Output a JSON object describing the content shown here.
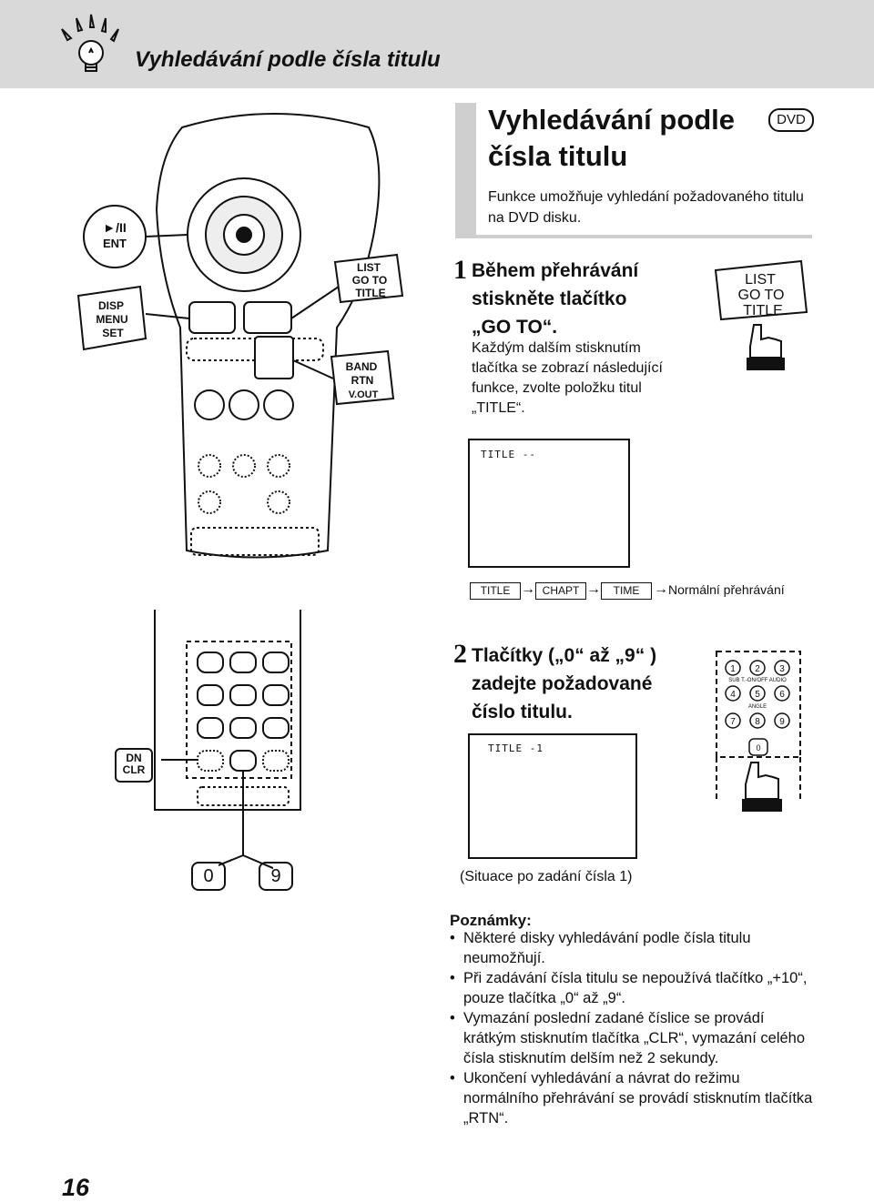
{
  "header": {
    "title": "Vyhledávání podle čísla titulu",
    "icon": "lightbulb-icon"
  },
  "section": {
    "title_line1": "Vyhledávání podle",
    "title_line2": "čísla titulu",
    "badge": "DVD",
    "intro": "Funkce umožňuje vyhledání požadovaného titulu na DVD disku."
  },
  "remote_top": {
    "play_button": "►/II",
    "ent_button": "ENT",
    "disp": "DISP",
    "menu": "MENU",
    "set": "SET",
    "list": "LIST",
    "goto": "GO TO",
    "title": "TITLE",
    "band": "BAND",
    "rtn": "RTN",
    "vout": "V.OUT"
  },
  "step1": {
    "number": "1",
    "heading_line1": "Během přehrávání",
    "heading_line2": "stiskněte tlačítko",
    "heading_line3": "„GO TO“.",
    "body_line1": "Každým dalším stisknutím",
    "body_line2": "tlačítka se zobrazí následující",
    "body_line3": "funkce, zvolte položku titul",
    "body_line4": "„TITLE“.",
    "button_line1": "LIST",
    "button_line2": "GO TO",
    "button_line3": "TITLE",
    "screen_text": "TITLE --"
  },
  "flow": {
    "items": [
      "TITLE",
      "CHAPT",
      "TIME"
    ],
    "final": "Normální přehrávání",
    "arrow": "→"
  },
  "step2": {
    "number": "2",
    "heading_line1": "Tlačítky („0“ až „9“ )",
    "heading_line2": "zadejte požadované",
    "heading_line3": "číslo titulu.",
    "screen_text": "TITLE -1",
    "caption": "(Situace po zadání čísla 1)",
    "keypad_keys": [
      "1",
      "2",
      "3",
      "4",
      "5",
      "6",
      "7",
      "8",
      "9"
    ],
    "keypad_label_row1": "SUB T.-ON/OFF  AUDIO",
    "keypad_label_row2": "ANGLE",
    "keypad_zero": "0"
  },
  "remote_bottom": {
    "dn": "DN",
    "clr": "CLR",
    "key0": "0",
    "key9": "9"
  },
  "notes": {
    "title": "Poznámky:",
    "items": [
      "Některé disky vyhledávání podle čísla titulu neumožňují.",
      "Při zadávání čísla titulu se nepoužívá tlačítko „+10“, pouze tlačítka „0“ až „9“.",
      "Vymazání poslední zadané číslice se provádí krátkým stisknutím tlačítka „CLR“, vymazání celého čísla stisknutím delším než 2 sekundy.",
      "Ukončení vyhledávání a návrat do režimu normálního přehrávání se provádí stisknutím tlačítka „RTN“."
    ]
  },
  "page_number": "16"
}
